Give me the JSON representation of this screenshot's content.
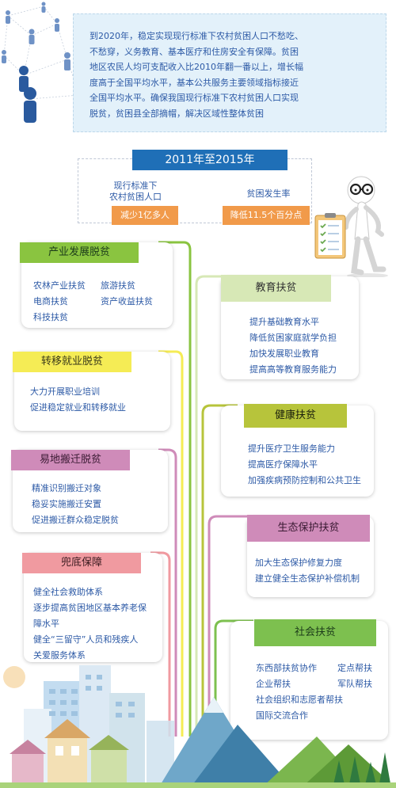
{
  "intro": {
    "lines": [
      "到2020年，稳定实现现行标准下农村贫困人口不愁吃、",
      "不愁穿，义务教育、基本医疗和住房安全有保障。贫困",
      "地区农民人均可支配收入比2010年翻一番以上，增长幅",
      "度高于全国平均水平，基本公共服务主要领域指标接近",
      "全国平均水平。确保我国现行标准下农村贫困人口实现",
      "脱贫，贫困县全部摘帽，解决区域性整体贫困"
    ]
  },
  "period": {
    "title": "2011年至2015年",
    "left_label_1": "现行标准下",
    "left_label_2": "农村贫困人口",
    "left_stat": "减少1亿多人",
    "right_label": "贫困发生率",
    "right_stat": "降低11.5个百分点"
  },
  "cards": {
    "industry": {
      "title": "产业发展脱贫",
      "items": [
        "农林产业扶贫",
        "旅游扶贫",
        "电商扶贫",
        "资产收益扶贫",
        "科技扶贫"
      ]
    },
    "employment": {
      "title": "转移就业脱贫",
      "items": [
        "大力开展职业培训",
        "促进稳定就业和转移就业"
      ]
    },
    "relocation": {
      "title": "易地搬迁脱贫",
      "items": [
        "精准识别搬迁对象",
        "稳妥实施搬迁安置",
        "促进搬迁群众稳定脱贫"
      ]
    },
    "safety": {
      "title": "兜底保障",
      "items": [
        "健全社会救助体系",
        "逐步提高贫困地区基本养老保",
        "障水平",
        "健全“三留守”人员和残疾人",
        "关爱服务体系"
      ]
    },
    "education": {
      "title": "教育扶贫",
      "items": [
        "提升基础教育水平",
        "降低贫困家庭就学负担",
        "加快发展职业教育",
        "提高高等教育服务能力"
      ]
    },
    "health": {
      "title": "健康扶贫",
      "items": [
        "提升医疗卫生服务能力",
        "提高医疗保障水平",
        "加强疾病预防控制和公共卫生"
      ]
    },
    "ecology": {
      "title": "生态保护扶贫",
      "items": [
        "加大生态保护修复力度",
        "建立健全生态保护补偿机制"
      ]
    },
    "social": {
      "title": "社会扶贫",
      "items": [
        "东西部扶贫协作",
        "定点帮扶",
        "企业帮扶",
        "军队帮扶",
        "社会组织和志愿者帮扶",
        "国际交流合作"
      ]
    }
  },
  "colors": {
    "primary_blue": "#1f6fb7",
    "stat_orange": "#f19a4a",
    "green": "#8ac440",
    "yellow": "#f5ec55",
    "purple": "#cf8bb9",
    "pink": "#f09aa0",
    "olive": "#b7c43b"
  },
  "icons": [
    "people-network-icon",
    "thinking-man-icon",
    "checklist-icon",
    "city-skyline-icon",
    "mountain-icon"
  ]
}
